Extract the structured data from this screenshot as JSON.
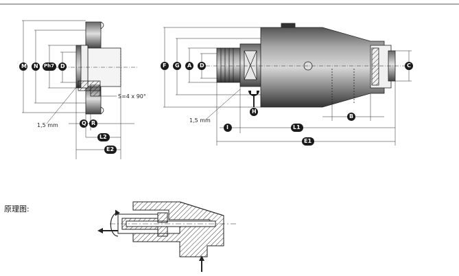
{
  "labels_left": {
    "M": "M",
    "N": "N",
    "Ph7": "Ph7",
    "D": "D",
    "chamfer": "S=4 x 90°",
    "dist": "1,5 mm",
    "Q": "Q",
    "R": "R",
    "L2": "L2",
    "E2": "E2"
  },
  "labels_right": {
    "F": "F",
    "G": "G",
    "A": "A",
    "D": "D",
    "C": "C",
    "H": "H",
    "dist": "1,5 mm",
    "I": "I",
    "L1": "L1",
    "B": "B",
    "E1": "E1"
  },
  "schematic": {
    "title": "原理图:"
  },
  "colors": {
    "line": "#222222",
    "badge": "#1a1a1a",
    "badge_text": "#ffffff"
  }
}
